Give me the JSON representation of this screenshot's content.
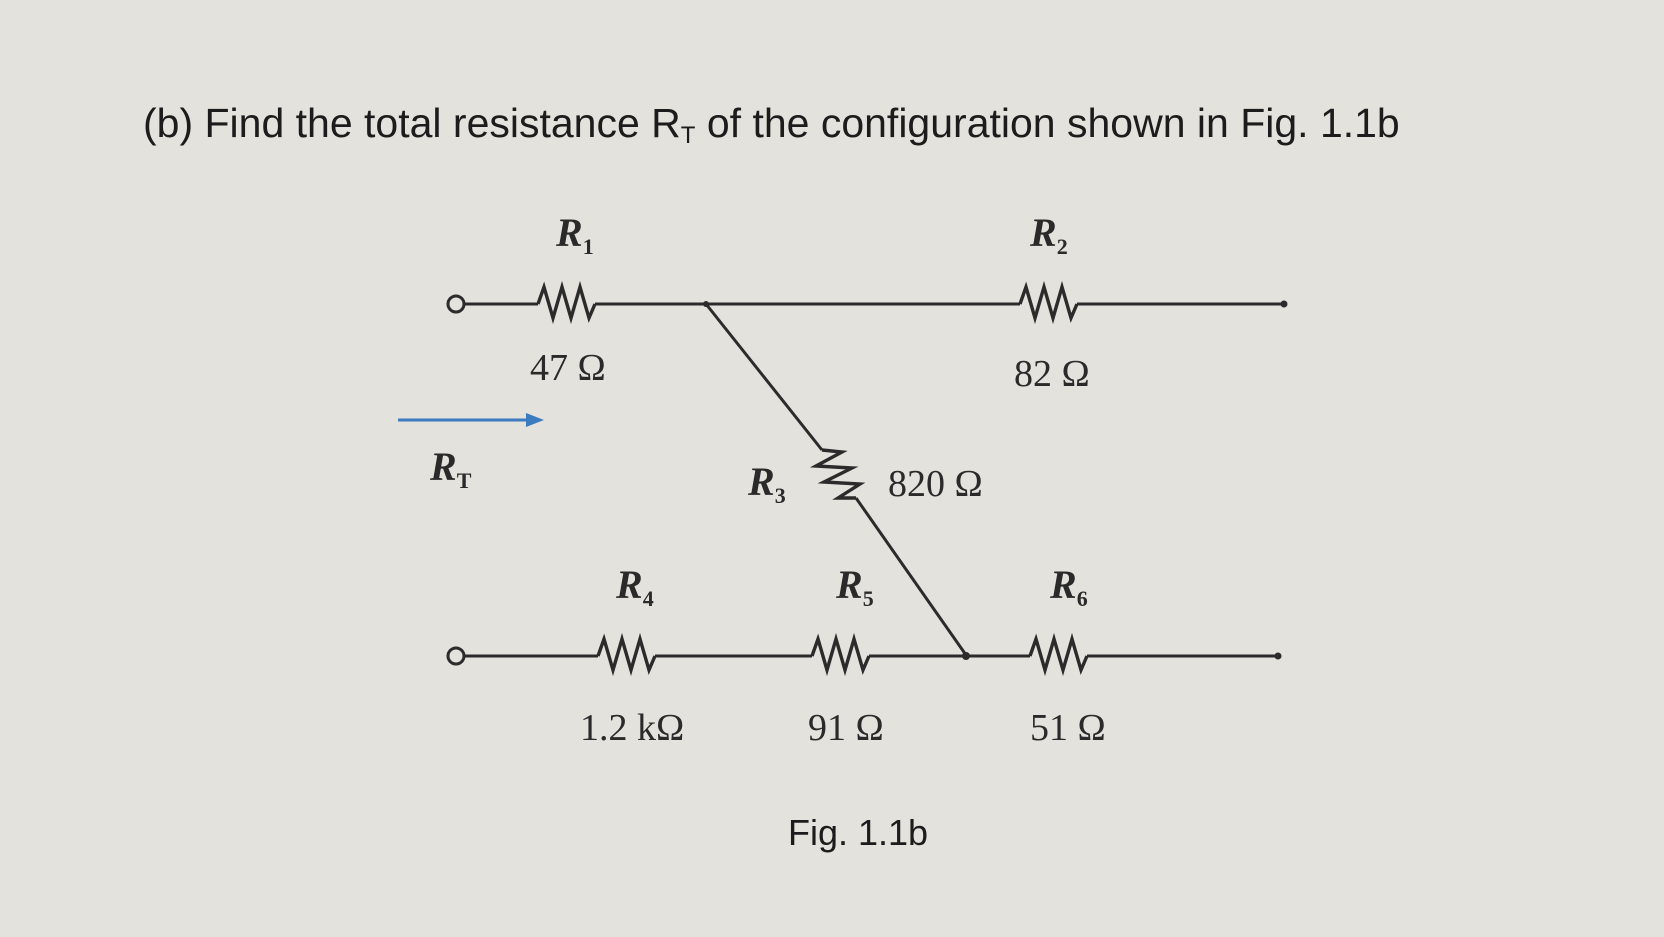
{
  "question_text": "(b) Find the total resistance R",
  "question_sub": "T",
  "question_tail": " of the configuration shown in Fig. 1.1b",
  "figure_caption": "Fig. 1.1b",
  "total_label": {
    "name": "R",
    "sub": "T"
  },
  "resistors": [
    {
      "name": "R",
      "sub": "1",
      "value": "47 Ω"
    },
    {
      "name": "R",
      "sub": "2",
      "value": "82 Ω"
    },
    {
      "name": "R",
      "sub": "3",
      "value": "820 Ω"
    },
    {
      "name": "R",
      "sub": "4",
      "value": "1.2 kΩ"
    },
    {
      "name": "R",
      "sub": "5",
      "value": "91 Ω"
    },
    {
      "name": "R",
      "sub": "6",
      "value": "51 Ω"
    }
  ],
  "colors": {
    "wire": "#2b2b2b",
    "arrow": "#3b7bbf",
    "background": "#e4e2dc"
  }
}
